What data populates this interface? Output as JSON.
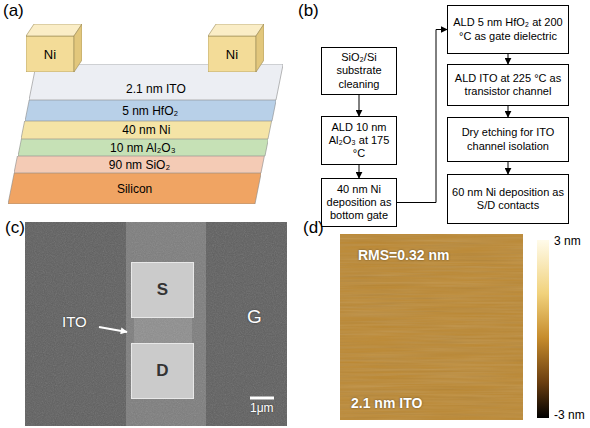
{
  "diagram": {
    "nodes": [
      {
        "text": [
          "Ni"
        ]
      },
      {
        "text": [
          "Ni"
        ]
      },
      {
        "text": [
          "2.1 nm ITO"
        ]
      },
      {
        "text": [
          "5 nm HfO₂"
        ]
      },
      {
        "text": [
          "40 nm Ni"
        ]
      },
      {
        "text": [
          "10 nm Al₂O₃"
        ]
      },
      {
        "text": [
          "90 nm SiO₂"
        ]
      },
      {
        "text": [
          "Silicon"
        ]
      },
      {
        "text": [
          "SiO₂/Si substrate cleaning"
        ]
      },
      {
        "text": [
          "ALD 10 nm Al₂O₃ at 175 °C"
        ]
      },
      {
        "text": [
          "40 nm Ni deposition as bottom gate"
        ]
      },
      {
        "text": [
          "ALD 5 nm HfO₂ at 200 °C as gate dielectric"
        ]
      },
      {
        "text": [
          "ALD ITO at 225 °C as transistor channel"
        ]
      },
      {
        "text": [
          "Dry etching for ITO channel isolation"
        ]
      },
      {
        "text": [
          "60 nm Ni deposition as S/D contacts"
        ]
      },
      {
        "text": [
          "S"
        ]
      },
      {
        "text": [
          "D"
        ]
      }
    ],
    "edges": [
      {
        "from": 8,
        "to": 9,
        "arrow": "to"
      },
      {
        "from": 9,
        "to": 10,
        "arrow": "to"
      },
      {
        "from": 10,
        "to": 11,
        "arrow": "to"
      },
      {
        "from": 11,
        "to": 12,
        "arrow": "to"
      },
      {
        "from": 12,
        "to": 13,
        "arrow": "to"
      },
      {
        "from": 13,
        "to": 14,
        "arrow": "to"
      }
    ],
    "labels": [
      "(a)",
      "(b)",
      "(c)",
      "(d)",
      "ITO",
      "G",
      "1μm",
      "RMS=0.32 nm",
      "2.1 nm ITO",
      "3 nm",
      "-3 nm"
    ]
  }
}
